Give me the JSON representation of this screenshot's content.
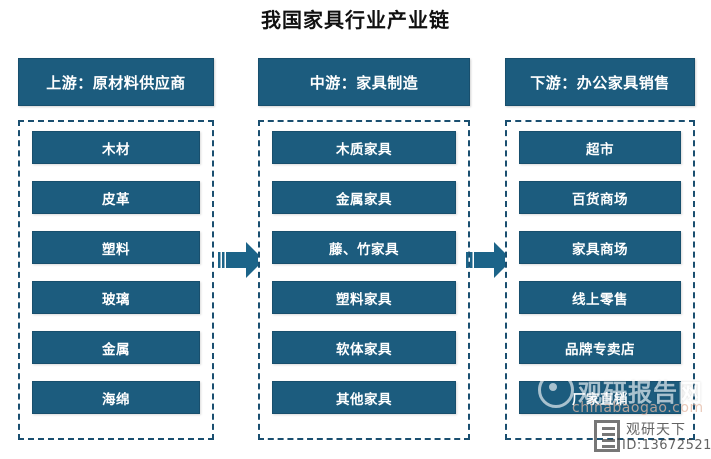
{
  "title": "我国家具行业产业链",
  "theme": {
    "box_fill": "#1c5c7e",
    "box_border": "#184f6d",
    "dashed_border": "#1a4f70",
    "arrow_color": "#1c6489",
    "background": "#ffffff",
    "text_on_box": "#ffffff",
    "title_color": "#111111"
  },
  "columns": [
    {
      "id": "upstream",
      "header": "上游：原材料供应商",
      "items": [
        {
          "label": "木材"
        },
        {
          "label": "皮革"
        },
        {
          "label": "塑料"
        },
        {
          "label": "玻璃"
        },
        {
          "label": "金属"
        },
        {
          "label": "海绵"
        }
      ]
    },
    {
      "id": "midstream",
      "header": "中游：家具制造",
      "items": [
        {
          "label": "木质家具"
        },
        {
          "label": "金属家具"
        },
        {
          "label": "藤、竹家具"
        },
        {
          "label": "塑料家具"
        },
        {
          "label": "软体家具"
        },
        {
          "label": "其他家具"
        }
      ]
    },
    {
      "id": "downstream",
      "header": "下游：办公家具销售",
      "items": [
        {
          "label": "超市"
        },
        {
          "label": "百货商场"
        },
        {
          "label": "家具商场"
        },
        {
          "label": "线上零售"
        },
        {
          "label": "品牌专卖店"
        },
        {
          "label": "厂家直销"
        }
      ]
    }
  ],
  "arrows": [
    {
      "id": "arrow-upstream-to-midstream",
      "icon": "right-arrow-icon"
    },
    {
      "id": "arrow-midstream-to-downstream",
      "icon": "right-arrow-icon"
    }
  ],
  "watermark": {
    "brand": "观研报告网",
    "url": "chinabaogao.com",
    "sub_brand": "观研天下",
    "id": "ID:13672521",
    "logo_icon": "eye-logo-icon",
    "badge_icon": "document-badge-icon"
  }
}
